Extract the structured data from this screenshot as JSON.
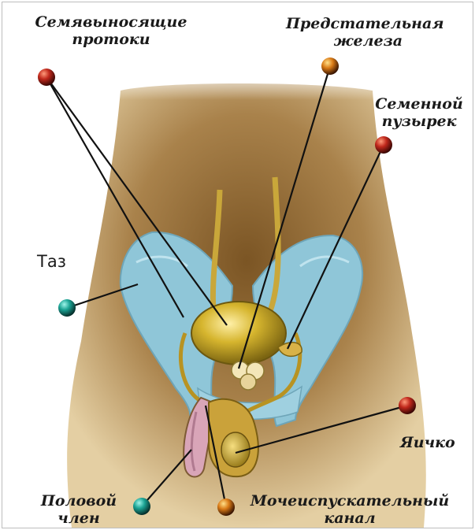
{
  "labels": {
    "vas_deferens": [
      "Семявыносящие",
      "протоки"
    ],
    "prostate": [
      "Предстательная",
      "железа"
    ],
    "seminal_vesicle": [
      "Семенной",
      "пузырек"
    ],
    "pelvis": "Таз",
    "testis": "Яичко",
    "penis": [
      "Половой",
      "член"
    ],
    "urethra": [
      "Мочеиспускательный",
      "канал"
    ]
  },
  "colors": {
    "body": "#c9a56b",
    "pelvis": "#8fc3d6",
    "organ": "#c2a226",
    "marker_red": "#b1201b",
    "marker_orange": "#d9821a",
    "marker_teal": "#1c9a8e"
  }
}
